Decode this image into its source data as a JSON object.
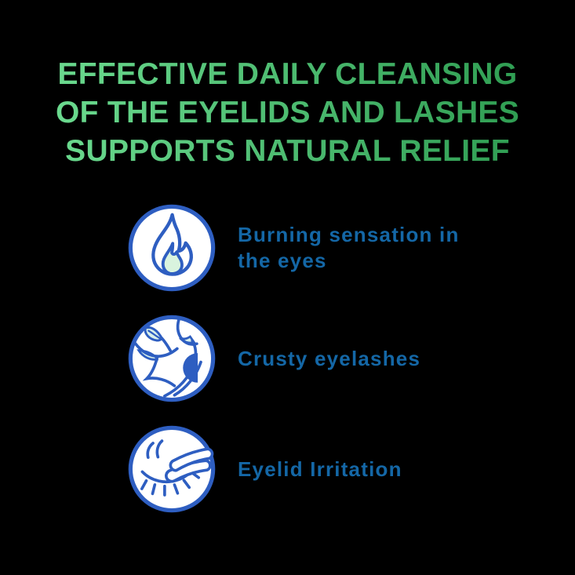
{
  "background_color": "#000000",
  "headline": {
    "lines": [
      "EFFECTIVE DAILY CLEANSING",
      "OF THE EYELIDS AND LASHES",
      "SUPPORTS NATURAL RELIEF"
    ],
    "gradient_colors": [
      "#6edd92",
      "#2c9a4f"
    ]
  },
  "symptoms": [
    {
      "icon": "flame-icon",
      "label": "Burning sensation in the eyes"
    },
    {
      "icon": "crusty-eyelashes-icon",
      "label": "Crusty eyelashes"
    },
    {
      "icon": "eyelid-irritation-icon",
      "label": "Eyelid Irritation"
    }
  ],
  "colors": {
    "label_text": "#1467a6",
    "icon_stroke": "#2e5ec1",
    "icon_badge_fill": "#ffffff",
    "flame_inner_fill": "#d9f3de",
    "crust_fill": "#d8f0ea"
  }
}
